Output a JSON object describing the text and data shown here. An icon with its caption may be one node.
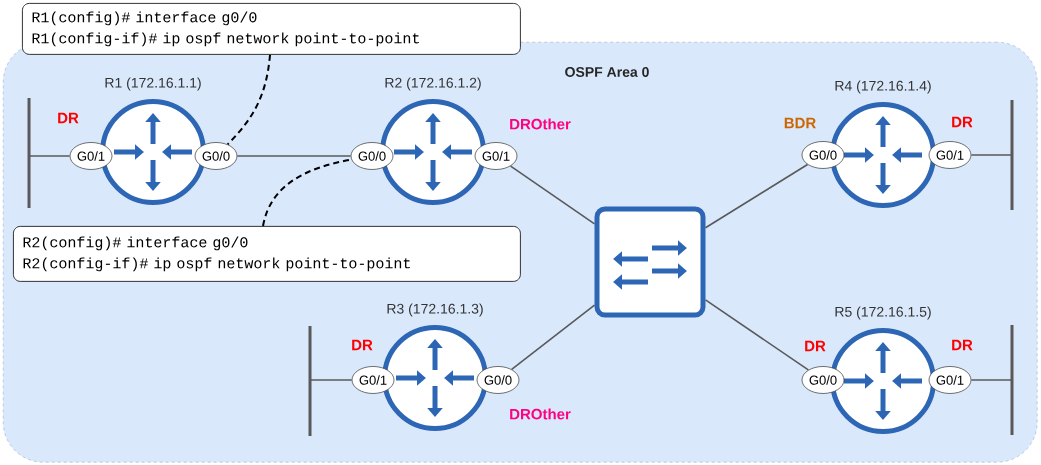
{
  "diagram": {
    "nodes": [
      {
        "text": [
          "OSPF Area 0"
        ]
      },
      {
        "text": [
          "R1(config)# interface g0/0",
          "R1(config-if)# ip ospf network point-to-point"
        ]
      },
      {
        "text": [
          "R1 (172.16.1.1)"
        ],
        "in": 0
      },
      {
        "text": [],
        "shape": "bar",
        "in": 0
      },
      {
        "text": [
          "G0/1"
        ],
        "beside": [
          "DR"
        ],
        "in": 0
      },
      {
        "text": [
          "G0/0"
        ],
        "in": 0
      },
      {
        "text": [
          "R2 (172.16.1.2)"
        ],
        "in": 0
      },
      {
        "text": [
          "G0/0"
        ],
        "in": 0
      },
      {
        "text": [
          "G0/1"
        ],
        "beside": [
          "DROther"
        ],
        "in": 0
      },
      {
        "text": [
          "R4 (172.16.1.4)"
        ],
        "in": 0
      },
      {
        "text": [
          "G0/0"
        ],
        "beside": [
          "BDR"
        ],
        "in": 0
      },
      {
        "text": [
          "G0/1"
        ],
        "beside": [
          "DR"
        ],
        "in": 0
      },
      {
        "text": [],
        "shape": "bar",
        "in": 0
      },
      {
        "text": [
          "R2(config)# interface g0/0",
          "R2(config-if)# ip ospf network point-to-point"
        ],
        "in": 0
      },
      {
        "text": [],
        "shape": "box",
        "in": 0
      },
      {
        "text": [
          "R3 (172.16.1.3)"
        ],
        "in": 0
      },
      {
        "text": [],
        "shape": "bar",
        "in": 0
      },
      {
        "text": [
          "G0/1"
        ],
        "beside": [
          "DR"
        ],
        "in": 0
      },
      {
        "text": [
          "G0/0"
        ],
        "beside": [
          "DROther"
        ],
        "in": 0
      },
      {
        "text": [
          "R5 (172.16.1.5)"
        ],
        "in": 0
      },
      {
        "text": [
          "G0/0"
        ],
        "beside": [
          "DR"
        ],
        "in": 0
      },
      {
        "text": [
          "G0/1"
        ],
        "beside": [
          "DR"
        ],
        "in": 0
      },
      {
        "text": [],
        "shape": "bar",
        "in": 0
      }
    ],
    "edges": [
      {
        "from": 1,
        "to": 5,
        "arrow": "none",
        "style": "dashed",
        "color": "#000000"
      },
      {
        "from": 13,
        "to": 7,
        "arrow": "none",
        "style": "dashed",
        "color": "#000000"
      },
      {
        "from": 4,
        "to": 3,
        "arrow": "none"
      },
      {
        "from": 5,
        "to": 7,
        "arrow": "none"
      },
      {
        "from": 8,
        "to": 14,
        "arrow": "none"
      },
      {
        "from": 14,
        "to": 10,
        "arrow": "none"
      },
      {
        "from": 11,
        "to": 12,
        "arrow": "none"
      },
      {
        "from": 17,
        "to": 16,
        "arrow": "none"
      },
      {
        "from": 18,
        "to": 14,
        "arrow": "none"
      },
      {
        "from": 14,
        "to": 20,
        "arrow": "none"
      },
      {
        "from": 21,
        "to": 22,
        "arrow": "none"
      }
    ]
  }
}
